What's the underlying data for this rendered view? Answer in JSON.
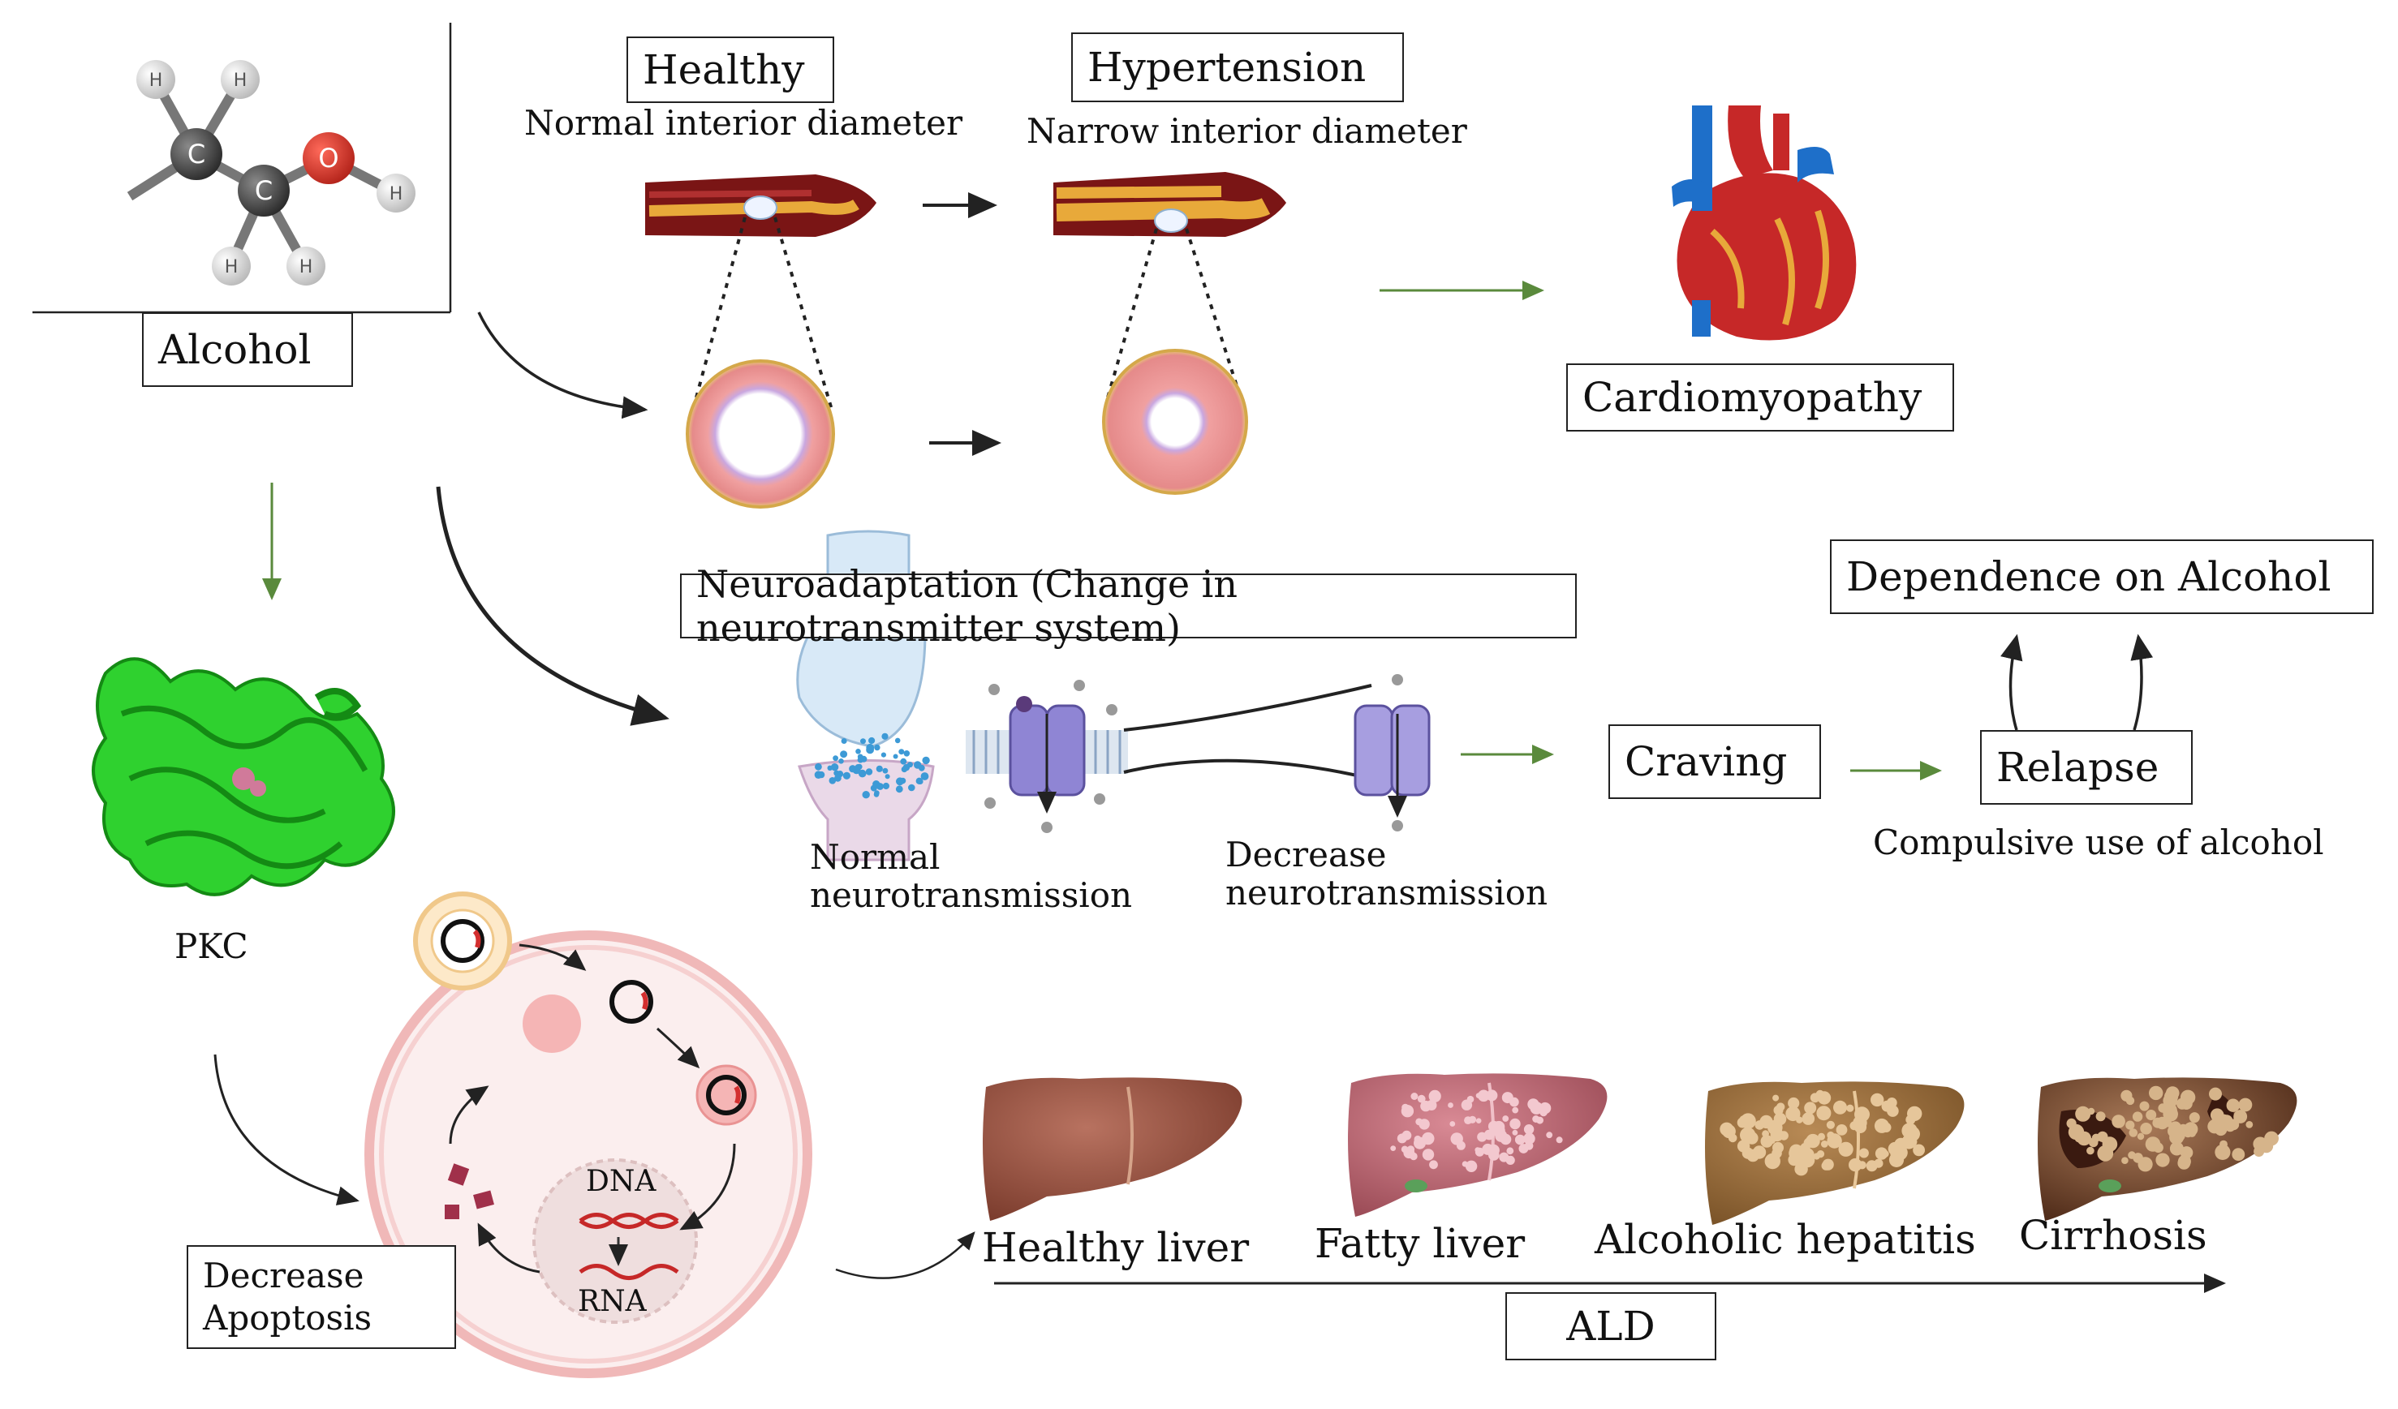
{
  "alcohol": {
    "label": "Alcohol",
    "atoms": {
      "carbon": "C",
      "oxygen": "O",
      "hydrogen": "H"
    }
  },
  "vessels": {
    "healthy_title": "Healthy",
    "healthy_sub": "Normal interior diameter",
    "hyper_title": "Hypertension",
    "hyper_sub": "Narrow interior diameter"
  },
  "cardio": {
    "label": "Cardiomyopathy"
  },
  "neuro": {
    "title": "Neuroadaptation (Change in neurotransmitter system)",
    "normal_line1": "Normal",
    "normal_line2": "neurotransmission",
    "decrease_line1": "Decrease",
    "decrease_line2": "neurotransmission"
  },
  "dependence": {
    "title": "Dependence on Alcohol",
    "craving": "Craving",
    "relapse": "Relapse",
    "compulsive": "Compulsive use of alcohol"
  },
  "pkc": {
    "label": "PKC",
    "apoptosis_line1": "Decrease",
    "apoptosis_line2": "Apoptosis"
  },
  "cell": {
    "dna": "DNA",
    "rna": "RNA"
  },
  "liver": {
    "healthy": "Healthy liver",
    "fatty": "Fatty liver",
    "hepatitis": "Alcoholic hepatitis",
    "cirrhosis": "Cirrhosis",
    "ald": "ALD"
  },
  "colors": {
    "arrow_green": "#5a8a3c",
    "arrow_black": "#222222",
    "protein_green": "#22c422"
  }
}
